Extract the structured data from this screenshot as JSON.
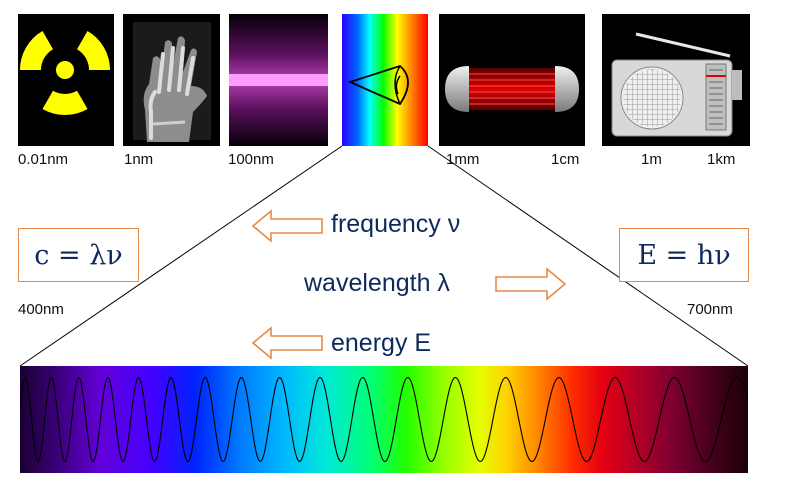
{
  "scale_labels": {
    "t0_01nm": "0.01nm",
    "t1nm": "1nm",
    "t100nm": "100nm",
    "t1mm": "1mm",
    "t1cm": "1cm",
    "t1m": "1m",
    "t1km": "1km"
  },
  "visible_range": {
    "start": "400nm",
    "end": "700nm"
  },
  "formulas": {
    "left": "c = λν",
    "right": "E = hν"
  },
  "properties": {
    "frequency": "frequency ν",
    "wavelength": "wavelength λ",
    "energy": "energy E"
  },
  "icons": {
    "gamma": "radiation-hazard-icon",
    "xray": "xray-hand-icon",
    "uv": "uv-light-icon",
    "visible": "eye-icon",
    "microwave": "microwave-tube-icon",
    "radio": "radio-receiver-icon"
  },
  "colors": {
    "formula_border": "#e88a46",
    "text": "#0e2a5c",
    "radiation_yellow": "#ffff00"
  }
}
